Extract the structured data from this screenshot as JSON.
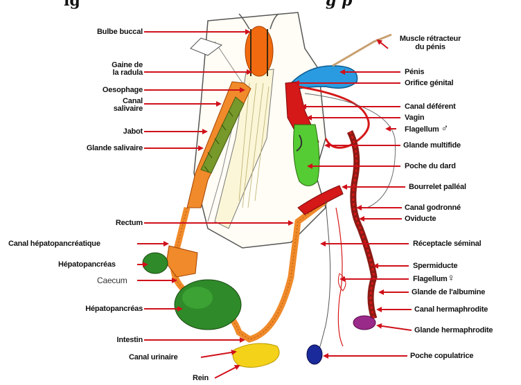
{
  "caption": {
    "left": "ig",
    "right": "g   p"
  },
  "labels": {
    "bulbe_buccal": "Bulbe buccal",
    "gaine_radula_1": "Gaine de",
    "gaine_radula_2": "la radula",
    "oesophage": "Oesophage",
    "canal_salivaire_1": "Canal",
    "canal_salivaire_2": "salivaire",
    "jabot": "Jabot",
    "glande_salivaire": "Glande salivaire",
    "rectum": "Rectum",
    "canal_hepatopancreatique": "Canal hépatopancréatique",
    "hepatopancreas_1": "Hépatopancréas",
    "caecum": "Caecum",
    "hepatopancreas_2": "Hépatopancréas",
    "intestin": "Intestin",
    "canal_urinaire": "Canal urinaire",
    "rein": "Rein",
    "muscle_retracteur_1": "Muscle rétracteur",
    "muscle_retracteur_2": "du pénis",
    "penis": "Pénis",
    "orifice_genital": "Orifice génital",
    "canal_deferent": "Canal déférent",
    "vagin": "Vagin",
    "flagellum_male": "Flagellum",
    "male_symbol": "♂",
    "glande_multifide": "Glande multifide",
    "poche_du_dard": "Poche du dard",
    "bourrelet_palleal": "Bourrelet palléal",
    "canal_godronne": "Canal godronné",
    "oviducte": "Oviducte",
    "receptacle_seminal": "Réceptacle séminal",
    "spermiducte": "Spermiducte",
    "flagellum_female": "Flagellum",
    "female_symbol": "♀",
    "glande_albumine": "Glande de l'albumine",
    "canal_hermaphrodite": "Canal hermaphrodite",
    "glande_hermaphrodite": "Glande hermaphrodite",
    "poche_copulatrice": "Poche copulatrice"
  },
  "colors": {
    "arrow": "#d0101a",
    "bulbe": "#f26a10",
    "orange_tract": "#f08a2a",
    "liver": "#2f8a2a",
    "liver_light": "#44b33a",
    "dart_sac": "#55cc33",
    "penis": "#2a9be0",
    "repro_red": "#d51818",
    "oviduct_dark": "#8a1a14",
    "rein": "#f5d21a",
    "hermaphrodite_gland": "#9a2a8a",
    "poche_copulatrice": "#1a2a9a",
    "outline": "#555555"
  }
}
